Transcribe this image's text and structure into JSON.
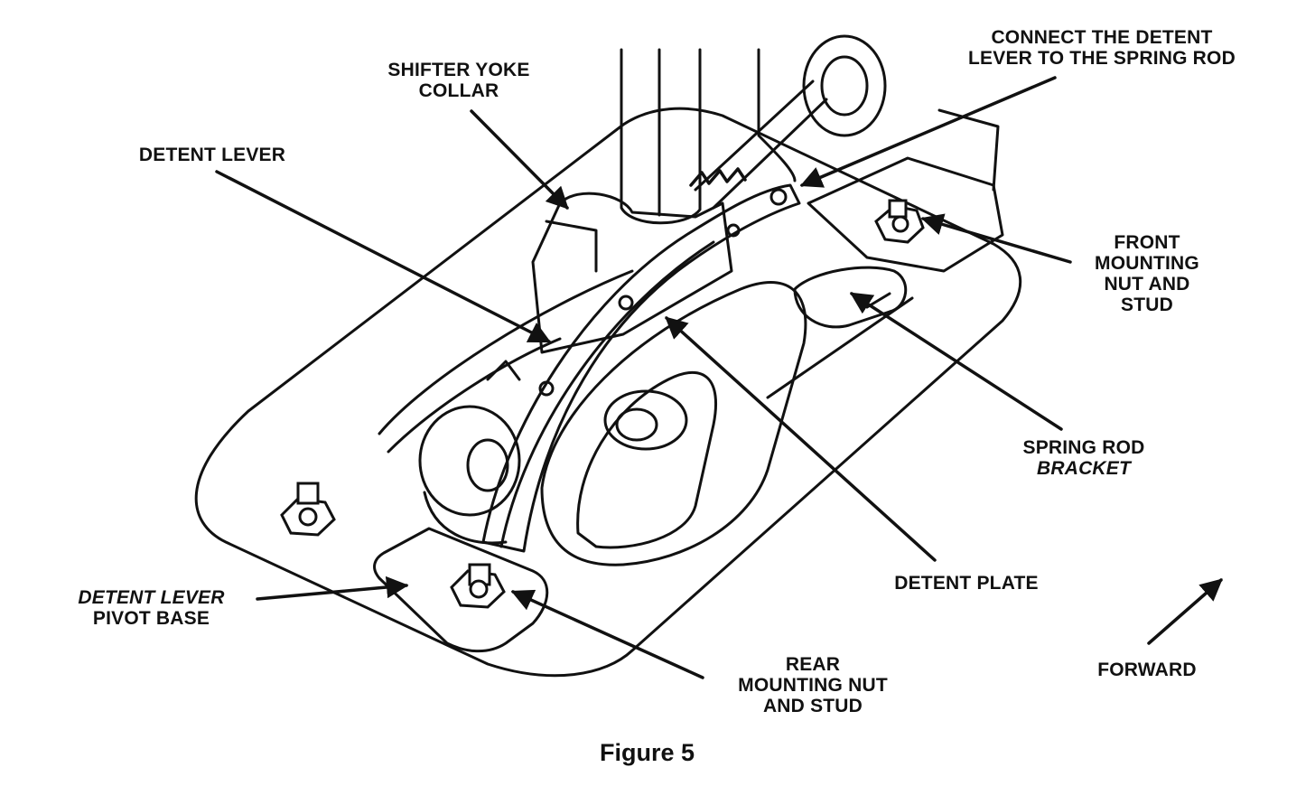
{
  "labels": {
    "shifter_yoke_collar": [
      "SHIFTER YOKE",
      "COLLAR"
    ],
    "connect_detent": [
      "CONNECT THE DETENT",
      "LEVER TO THE SPRING ROD"
    ],
    "detent_lever": "DETENT LEVER",
    "front_mounting": [
      "FRONT",
      "MOUNTING",
      "NUT AND",
      "STUD"
    ],
    "spring_rod_bracket": [
      "SPRING ROD",
      "BRACKET"
    ],
    "detent_plate": "DETENT PLATE",
    "detent_lever_pivot_base": [
      "DETENT LEVER",
      "PIVOT BASE"
    ],
    "rear_mounting": [
      "REAR",
      "MOUNTING NUT",
      "AND STUD"
    ],
    "forward": "FORWARD"
  },
  "caption": "Figure 5"
}
